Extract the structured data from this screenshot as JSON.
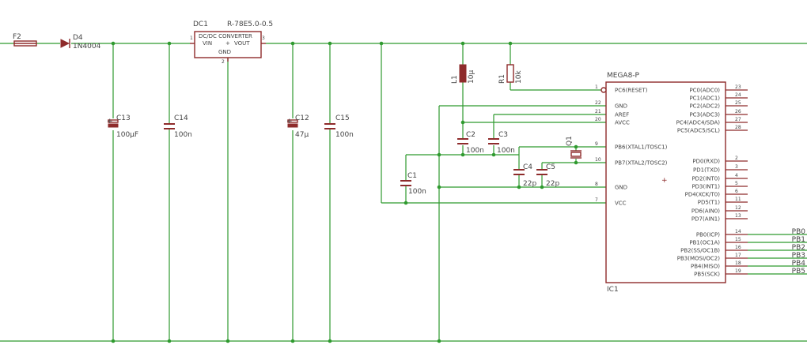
{
  "parts": {
    "fuse": {
      "name": "F2"
    },
    "diode": {
      "name": "D4",
      "value": "1N4004"
    },
    "regulator": {
      "name": "DC1",
      "value": "R-78E5.0-0.5",
      "title": "DC/DC CONVERTER",
      "vin": "VIN",
      "vout": "VOUT",
      "gnd": "GND",
      "plus": "+",
      "pin1": "1",
      "pin2": "2",
      "pin3": "3"
    },
    "c13": {
      "name": "C13",
      "value": "100µF"
    },
    "c14": {
      "name": "C14",
      "value": "100n"
    },
    "c12": {
      "name": "C12",
      "value": "47µ"
    },
    "c15": {
      "name": "C15",
      "value": "100n"
    },
    "l1": {
      "name": "L1",
      "value": "10µ"
    },
    "r1": {
      "name": "R1",
      "value": "10k"
    },
    "c1": {
      "name": "C1",
      "value": "100n"
    },
    "c2": {
      "name": "C2",
      "value": "100n"
    },
    "c3": {
      "name": "C3",
      "value": "100n"
    },
    "c4": {
      "name": "C4",
      "value": "22p"
    },
    "c5": {
      "name": "C5",
      "value": "22p"
    },
    "q1": {
      "name": "Q1"
    },
    "mcu": {
      "name": "IC1",
      "value": "MEGA8-P",
      "left_pins": [
        {
          "num": "1",
          "name": "PC6(RESET)"
        },
        {
          "num": "22",
          "name": "GND"
        },
        {
          "num": "21",
          "name": "AREF"
        },
        {
          "num": "20",
          "name": "AVCC"
        },
        {
          "num": "9",
          "name": "PB6(XTAL1/TOSC1)"
        },
        {
          "num": "10",
          "name": "PB7(XTAL2/TOSC2)"
        },
        {
          "num": "8",
          "name": "GND"
        },
        {
          "num": "7",
          "name": "VCC"
        }
      ],
      "right_pins": [
        {
          "num": "23",
          "name": "PC0(ADC0)"
        },
        {
          "num": "24",
          "name": "PC1(ADC1)"
        },
        {
          "num": "25",
          "name": "PC2(ADC2)"
        },
        {
          "num": "26",
          "name": "PC3(ADC3)"
        },
        {
          "num": "27",
          "name": "PC4(ADC4/SDA)"
        },
        {
          "num": "28",
          "name": "PC5(ADC5/SCL)"
        },
        {
          "num": "2",
          "name": "PD0(RXD)"
        },
        {
          "num": "3",
          "name": "PD1(TXD)"
        },
        {
          "num": "4",
          "name": "PD2(INT0)"
        },
        {
          "num": "5",
          "name": "PD3(INT1)"
        },
        {
          "num": "6",
          "name": "PD4(XCK/T0)"
        },
        {
          "num": "11",
          "name": "PD5(T1)"
        },
        {
          "num": "12",
          "name": "PD6(AIN0)"
        },
        {
          "num": "13",
          "name": "PD7(AIN1)"
        },
        {
          "num": "14",
          "name": "PB0(ICP)"
        },
        {
          "num": "15",
          "name": "PB1(OC1A)"
        },
        {
          "num": "16",
          "name": "PB2(SS/OC1B)"
        },
        {
          "num": "17",
          "name": "PB3(MOSI/OC2)"
        },
        {
          "num": "18",
          "name": "PB4(MISO)"
        },
        {
          "num": "19",
          "name": "PB5(SCK)"
        }
      ]
    }
  },
  "net_labels": [
    "PB0",
    "PB1",
    "PB2",
    "PB3",
    "PB4",
    "PB5"
  ],
  "colors": {
    "wire": "#2f9a2f",
    "part": "#8e2b2b",
    "text": "#444444"
  }
}
